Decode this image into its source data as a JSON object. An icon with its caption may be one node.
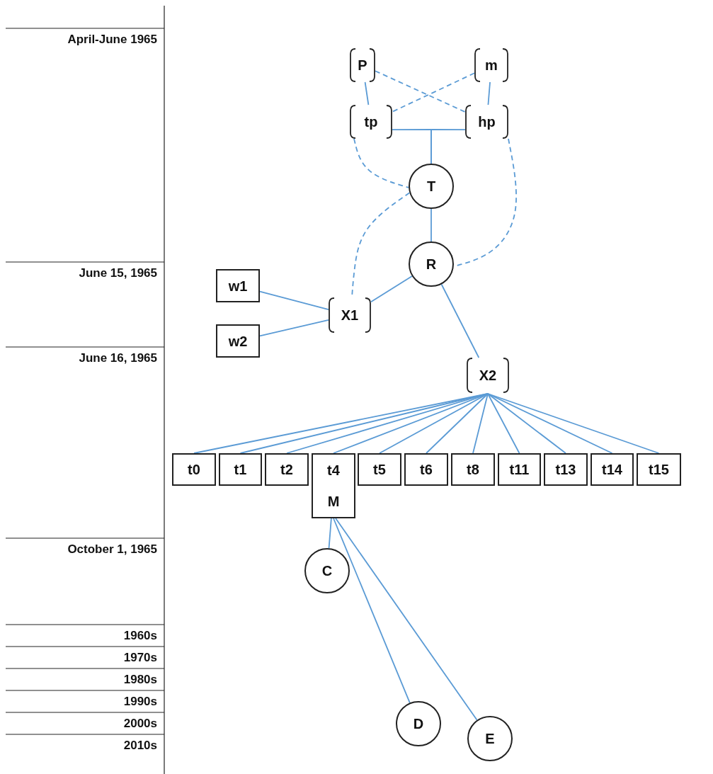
{
  "diagram": {
    "nodes": [
      {
        "text": [
          "P"
        ]
      },
      {
        "text": [
          "m"
        ]
      },
      {
        "text": [
          "tp"
        ]
      },
      {
        "text": [
          "hp"
        ]
      },
      {
        "text": [
          "T"
        ]
      },
      {
        "text": [
          "R"
        ]
      },
      {
        "text": [
          "w1"
        ]
      },
      {
        "text": [
          "w2"
        ]
      },
      {
        "text": [
          "X1"
        ]
      },
      {
        "text": [
          "X2"
        ]
      },
      {
        "text": [
          "t0"
        ]
      },
      {
        "text": [
          "t1"
        ]
      },
      {
        "text": [
          "t2"
        ]
      },
      {
        "text": [
          "t4",
          "M"
        ]
      },
      {
        "text": [
          "t5"
        ]
      },
      {
        "text": [
          "t6"
        ]
      },
      {
        "text": [
          "t8"
        ]
      },
      {
        "text": [
          "t11"
        ]
      },
      {
        "text": [
          "t13"
        ]
      },
      {
        "text": [
          "t14"
        ]
      },
      {
        "text": [
          "t15"
        ]
      },
      {
        "text": [
          "C"
        ]
      },
      {
        "text": [
          "D"
        ]
      },
      {
        "text": [
          "E"
        ]
      }
    ],
    "edges": [
      {
        "from": 0,
        "to": 2,
        "arrow": "none"
      },
      {
        "from": 0,
        "to": 3,
        "arrow": "none",
        "style": "dashed"
      },
      {
        "from": 1,
        "to": 2,
        "arrow": "none",
        "style": "dashed"
      },
      {
        "from": 1,
        "to": 3,
        "arrow": "none"
      },
      {
        "from": 2,
        "to": 4,
        "arrow": "none"
      },
      {
        "from": 3,
        "to": 4,
        "arrow": "none"
      },
      {
        "from": 2,
        "to": 4,
        "arrow": "none",
        "style": "dashed"
      },
      {
        "from": 3,
        "to": 5,
        "arrow": "none",
        "style": "dashed"
      },
      {
        "from": 4,
        "to": 5,
        "arrow": "none"
      },
      {
        "from": 4,
        "to": 8,
        "arrow": "none",
        "style": "dashed"
      },
      {
        "from": 5,
        "to": 8,
        "arrow": "none"
      },
      {
        "from": 6,
        "to": 8,
        "arrow": "none"
      },
      {
        "from": 7,
        "to": 8,
        "arrow": "none"
      },
      {
        "from": 5,
        "to": 9,
        "arrow": "none"
      },
      {
        "from": 9,
        "to": 10,
        "arrow": "none"
      },
      {
        "from": 9,
        "to": 11,
        "arrow": "none"
      },
      {
        "from": 9,
        "to": 12,
        "arrow": "none"
      },
      {
        "from": 9,
        "to": 13,
        "arrow": "none"
      },
      {
        "from": 9,
        "to": 14,
        "arrow": "none"
      },
      {
        "from": 9,
        "to": 15,
        "arrow": "none"
      },
      {
        "from": 9,
        "to": 16,
        "arrow": "none"
      },
      {
        "from": 9,
        "to": 17,
        "arrow": "none"
      },
      {
        "from": 9,
        "to": 18,
        "arrow": "none"
      },
      {
        "from": 9,
        "to": 19,
        "arrow": "none"
      },
      {
        "from": 9,
        "to": 20,
        "arrow": "none"
      },
      {
        "from": 13,
        "to": 21,
        "arrow": "none"
      },
      {
        "from": 13,
        "to": 22,
        "arrow": "none"
      },
      {
        "from": 13,
        "to": 23,
        "arrow": "none"
      }
    ],
    "labels": [
      "April-June 1965",
      "June 15, 1965",
      "June 16, 1965",
      "October 1, 1965",
      "1960s",
      "1970s",
      "1980s",
      "1990s",
      "2000s",
      "2010s"
    ]
  }
}
